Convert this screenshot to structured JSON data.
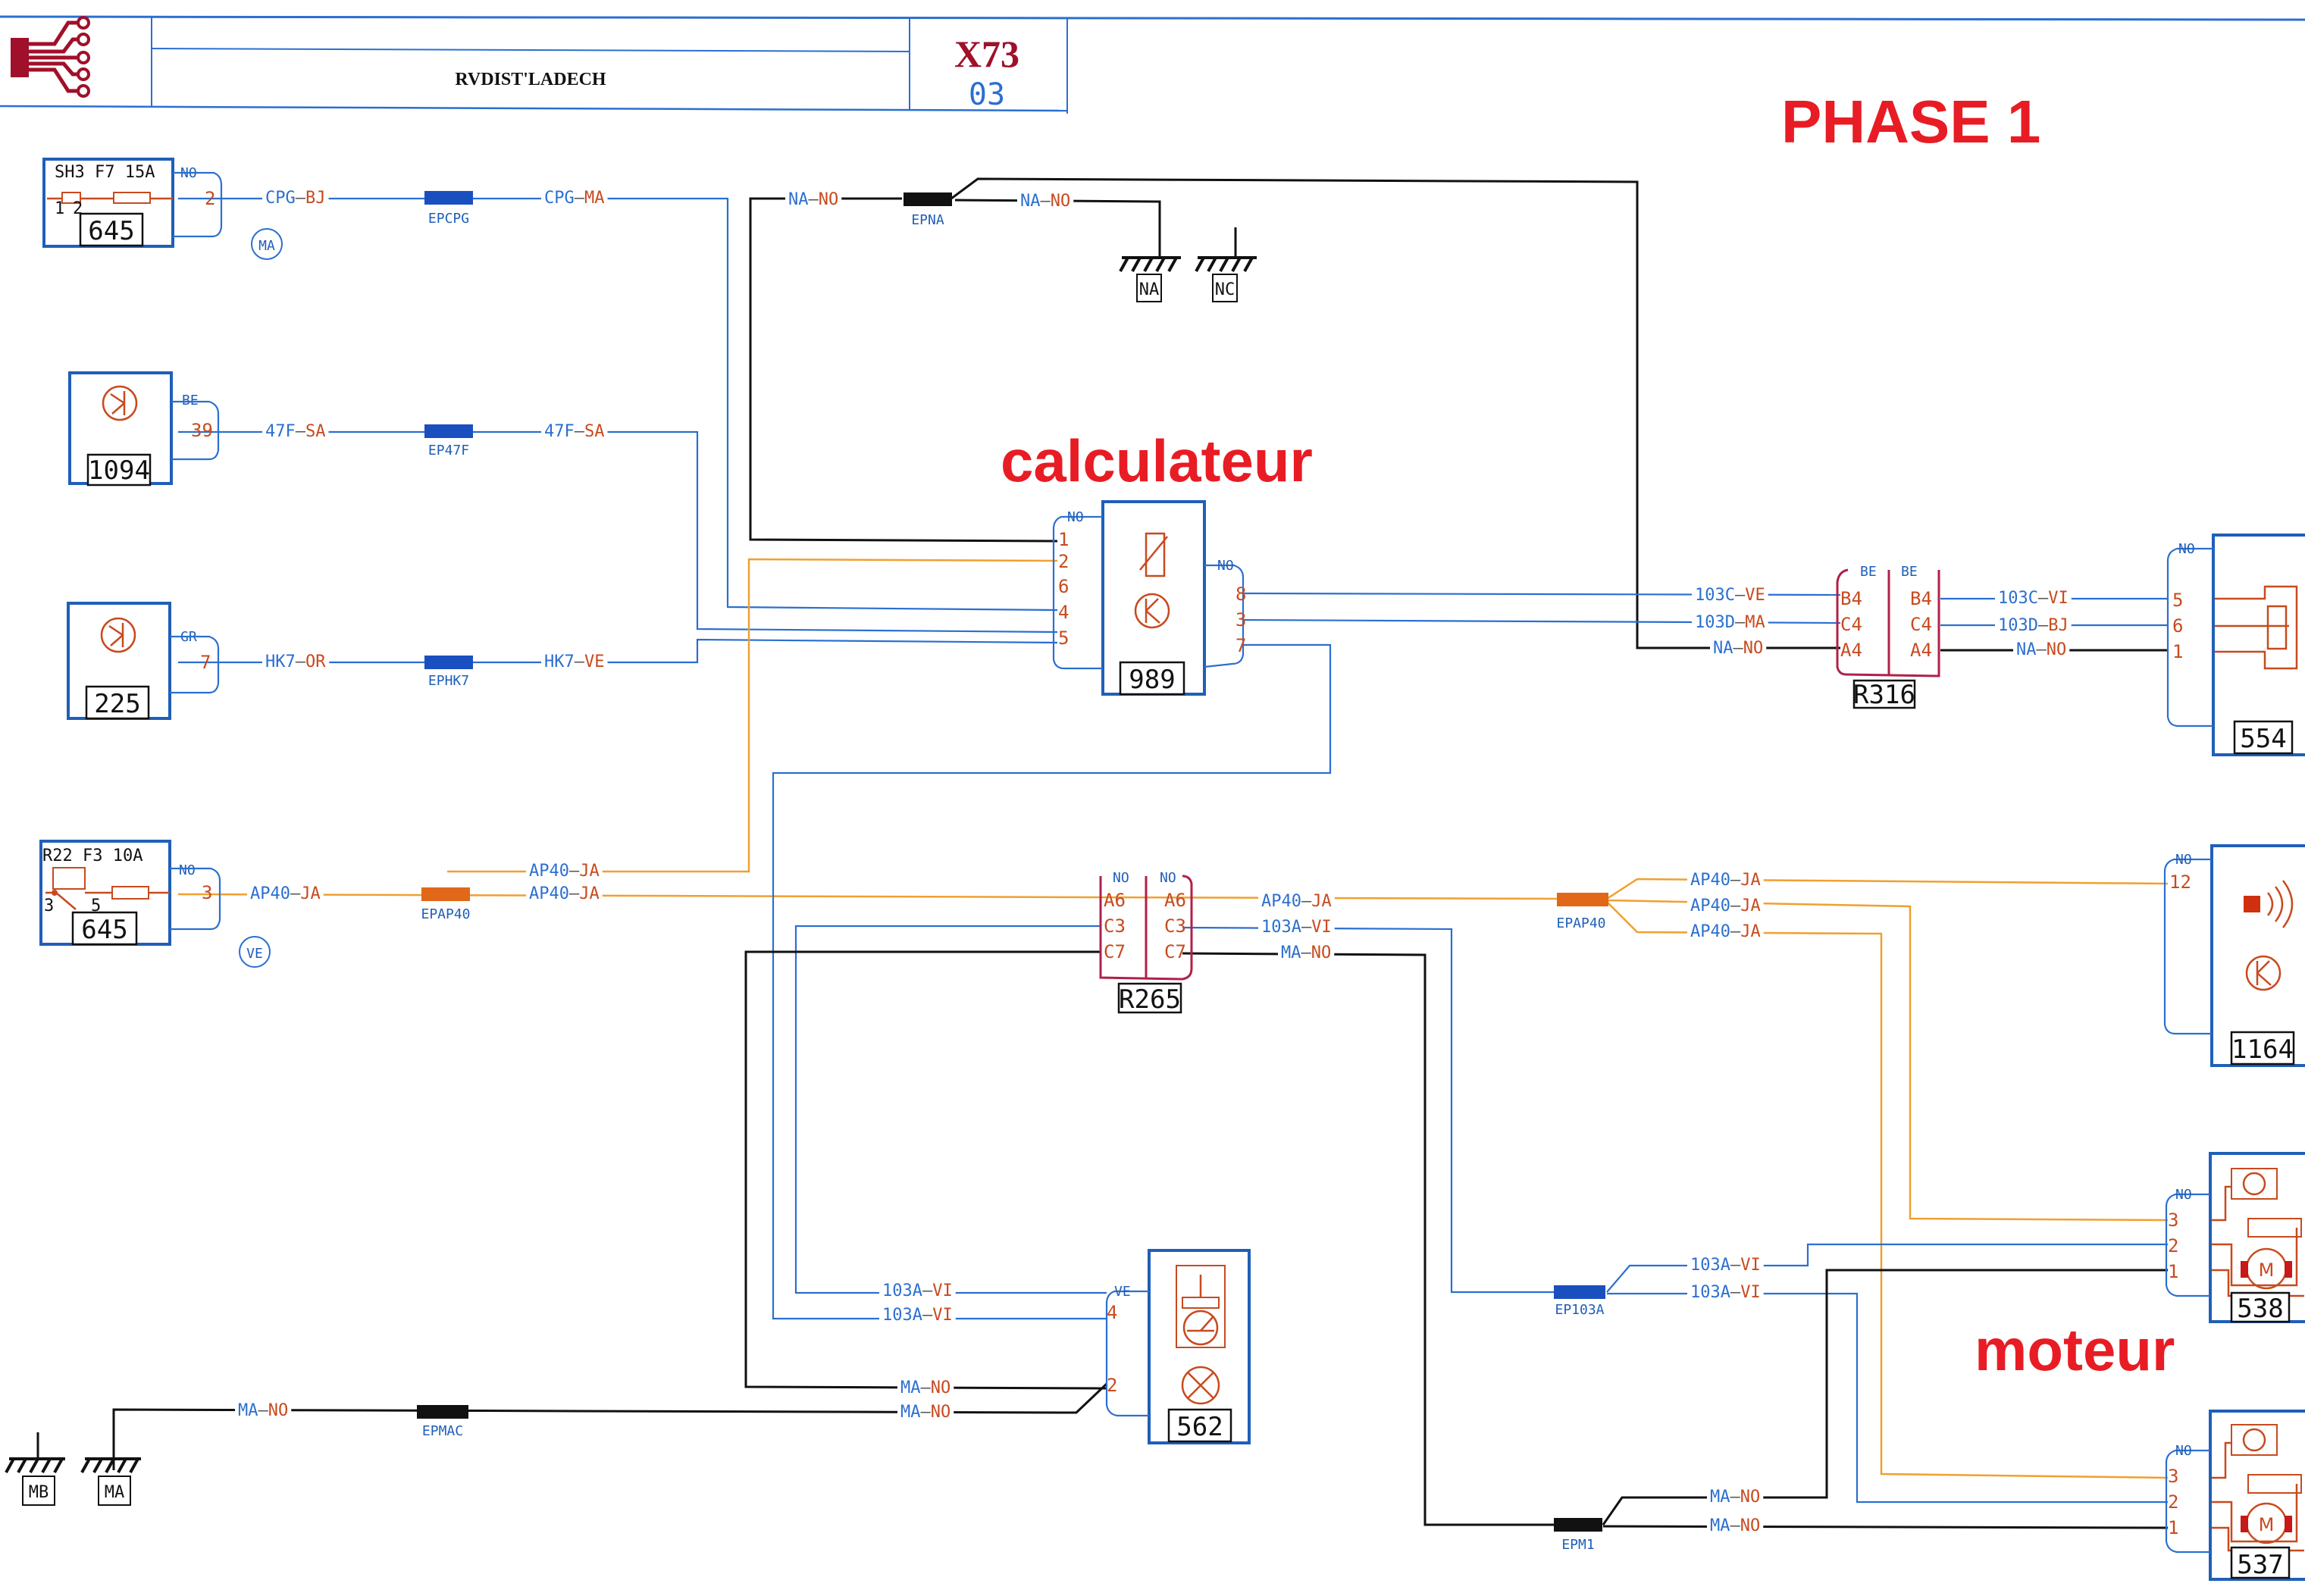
{
  "title_block": {
    "drawing_name": "RVDIST'LADECH",
    "sheet_code": "X73",
    "sheet_number": "03"
  },
  "annotations": {
    "phase": "PHASE 1",
    "ecu": "calculateur",
    "motor": "moteur"
  },
  "colors": {
    "wire_blue": "#2b6fd0",
    "wire_black": "#111111",
    "wire_orange": "#f0a030",
    "annotation_red": "#e81c24",
    "title_code_red": "#a0102a",
    "connector_red": "#b0204a"
  },
  "components": {
    "c645a": {
      "id": "645",
      "header": "SH3  F7 15A",
      "pin_color": "NO",
      "pin": "2",
      "sub1": "1",
      "sub2": "2",
      "ground_badge": "MA"
    },
    "c1094": {
      "id": "1094",
      "pin_color": "BE",
      "pin": "39"
    },
    "c225": {
      "id": "225",
      "pin_color": "GR",
      "pin": "7"
    },
    "c645b": {
      "id": "645",
      "header": "R22   F3 10A",
      "pin_color": "NO",
      "pin": "3",
      "sub1": "3",
      "sub2": "5",
      "ground_badge": "VE"
    },
    "c989": {
      "id": "989",
      "left_color": "NO",
      "left_pins": [
        "1",
        "2",
        "6",
        "4",
        "5"
      ],
      "right_color": "NO",
      "right_pins": [
        "8",
        "3",
        "7"
      ]
    },
    "r316": {
      "id": "R316",
      "left_color": "BE",
      "right_color": "BE",
      "pins": [
        "B4",
        "C4",
        "A4"
      ]
    },
    "c554": {
      "id": "554",
      "pin_color": "NO",
      "pins": [
        "5",
        "6",
        "1"
      ]
    },
    "r265": {
      "id": "R265",
      "left_color": "NO",
      "right_color": "NO",
      "pins": [
        "A6",
        "C3",
        "C7"
      ]
    },
    "c1164": {
      "id": "1164",
      "pin_color": "NO",
      "pin": "12"
    },
    "c562": {
      "id": "562",
      "pin_color": "VE",
      "pins": [
        "4",
        "2"
      ]
    },
    "c538": {
      "id": "538",
      "pin_color": "NO",
      "pins": [
        "3",
        "2",
        "1"
      ]
    },
    "c537": {
      "id": "537",
      "pin_color": "NO",
      "pins": [
        "3",
        "2",
        "1"
      ]
    }
  },
  "grounds": [
    {
      "label": "NA"
    },
    {
      "label": "NC"
    },
    {
      "label": "MB"
    },
    {
      "label": "MA"
    }
  ],
  "splices": {
    "epcpg": "EPCPG",
    "ep47f": "EP47F",
    "ephk7": "EPHK7",
    "epna": "EPNA",
    "epap40_left": "EPAP40",
    "epap40_right": "EPAP40",
    "ep103a": "EP103A",
    "epmac": "EPMAC",
    "epm1": "EPM1"
  },
  "wire_labels": {
    "cpg_bj": {
      "code": "CPG",
      "color": "BJ"
    },
    "cpg_ma": {
      "code": "CPG",
      "color": "MA"
    },
    "f47_sa_1": {
      "code": "47F",
      "color": "SA"
    },
    "f47_sa_2": {
      "code": "47F",
      "color": "SA"
    },
    "hk7_or": {
      "code": "HK7",
      "color": "OR"
    },
    "hk7_ve": {
      "code": "HK7",
      "color": "VE"
    },
    "na_no_1": {
      "code": "NA",
      "color": "NO"
    },
    "na_no_2": {
      "code": "NA",
      "color": "NO"
    },
    "ap40_ja_src": {
      "code": "AP40",
      "color": "JA"
    },
    "ap40_ja_a": {
      "code": "AP40",
      "color": "JA"
    },
    "ap40_ja_b": {
      "code": "AP40",
      "color": "JA"
    },
    "c103_ve": {
      "code": "103C",
      "color": "VE"
    },
    "d103_ma": {
      "code": "103D",
      "color": "MA"
    },
    "na_no_r316l": {
      "code": "NA",
      "color": "NO"
    },
    "c103_vi": {
      "code": "103C",
      "color": "VI"
    },
    "d103_bj": {
      "code": "103D",
      "color": "BJ"
    },
    "na_no_r316r": {
      "code": "NA",
      "color": "NO"
    },
    "ap40_ja_r265": {
      "code": "AP40",
      "color": "JA"
    },
    "a103_vi_r265": {
      "code": "103A",
      "color": "VI"
    },
    "ma_no_r265": {
      "code": "MA",
      "color": "NO"
    },
    "ap40_ja_r1": {
      "code": "AP40",
      "color": "JA"
    },
    "ap40_ja_r2": {
      "code": "AP40",
      "color": "JA"
    },
    "ap40_ja_r3": {
      "code": "AP40",
      "color": "JA"
    },
    "a103_vi_562a": {
      "code": "103A",
      "color": "VI"
    },
    "a103_vi_562b": {
      "code": "103A",
      "color": "VI"
    },
    "ma_no_562a": {
      "code": "MA",
      "color": "NO"
    },
    "ma_no_562b": {
      "code": "MA",
      "color": "NO"
    },
    "ma_no_gnd": {
      "code": "MA",
      "color": "NO"
    },
    "a103_vi_ep1": {
      "code": "103A",
      "color": "VI"
    },
    "a103_vi_ep2": {
      "code": "103A",
      "color": "VI"
    },
    "ma_no_epm1a": {
      "code": "MA",
      "color": "NO"
    },
    "ma_no_epm1b": {
      "code": "MA",
      "color": "NO"
    }
  }
}
